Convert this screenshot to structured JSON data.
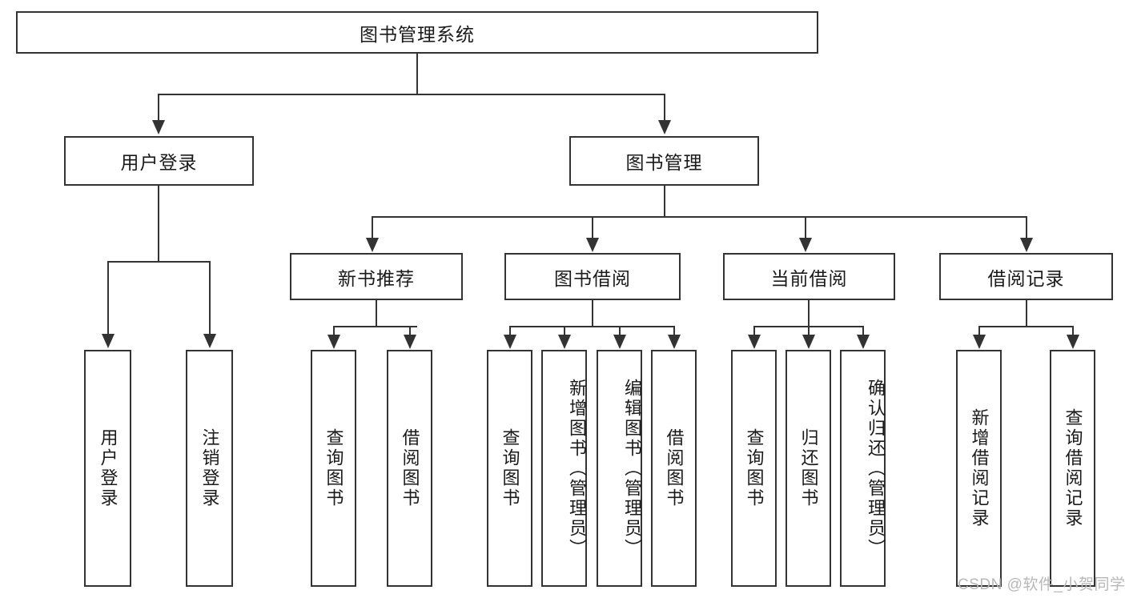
{
  "diagram": {
    "title": "图书管理系统",
    "root": {
      "label": "图书管理系统"
    },
    "level1": [
      {
        "label": "用户登录"
      },
      {
        "label": "图书管理"
      }
    ],
    "level2": [
      {
        "label": "新书推荐"
      },
      {
        "label": "图书借阅"
      },
      {
        "label": "当前借阅"
      },
      {
        "label": "借阅记录"
      }
    ],
    "leaves": {
      "user_login": [
        {
          "label": "用户登录"
        },
        {
          "label": "注销登录"
        }
      ],
      "new_book": [
        {
          "label": "查询图书"
        },
        {
          "label": "借阅图书"
        }
      ],
      "book_borrow": [
        {
          "label": "查询图书"
        },
        {
          "label": "新增图书（管理员）"
        },
        {
          "label": "编辑图书（管理员）"
        },
        {
          "label": "借阅图书"
        }
      ],
      "current_borrow": [
        {
          "label": "查询图书"
        },
        {
          "label": "归还图书"
        },
        {
          "label": "确认归还（管理员）"
        }
      ],
      "borrow_record": [
        {
          "label": "新增借阅记录"
        },
        {
          "label": "查询借阅记录"
        }
      ]
    }
  },
  "watermark": {
    "text": "CSDN @软件_小贺同学"
  },
  "colors": {
    "stroke": "#333333",
    "background": "#ffffff",
    "text": "#1a1a1a",
    "watermark": "#b8b8b8"
  }
}
